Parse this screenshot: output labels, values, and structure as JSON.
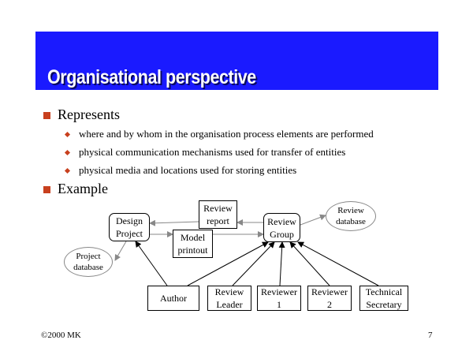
{
  "title": "Organisational perspective",
  "colors": {
    "title_bar": "#1a1aff",
    "bullet_primary": "#c8401e",
    "bullet_secondary": "#c8401e"
  },
  "bullets": [
    {
      "label": "Represents",
      "items": [
        "where and by whom in the organisation process elements are performed",
        "physical communication mechanisms used for transfer of entities",
        "physical media and locations used for storing entities"
      ]
    },
    {
      "label": "Example",
      "items": []
    }
  ],
  "diagram": {
    "nodes": {
      "design_project": [
        "Design",
        "Project"
      ],
      "review_report": [
        "Review",
        "report"
      ],
      "review_group": [
        "Review",
        "Group"
      ],
      "review_database": [
        "Review",
        "database"
      ],
      "model_printout": [
        "Model",
        "printout"
      ],
      "project_database": [
        "Project",
        "database"
      ],
      "author": [
        "Author"
      ],
      "review_leader": [
        "Review",
        "Leader"
      ],
      "reviewer1": [
        "Reviewer",
        "1"
      ],
      "reviewer2": [
        "Reviewer",
        "2"
      ],
      "technical_secretary": [
        "Technical",
        "Secretary"
      ]
    }
  },
  "footer": {
    "copyright": "©2000 MK",
    "page_number": "7"
  }
}
